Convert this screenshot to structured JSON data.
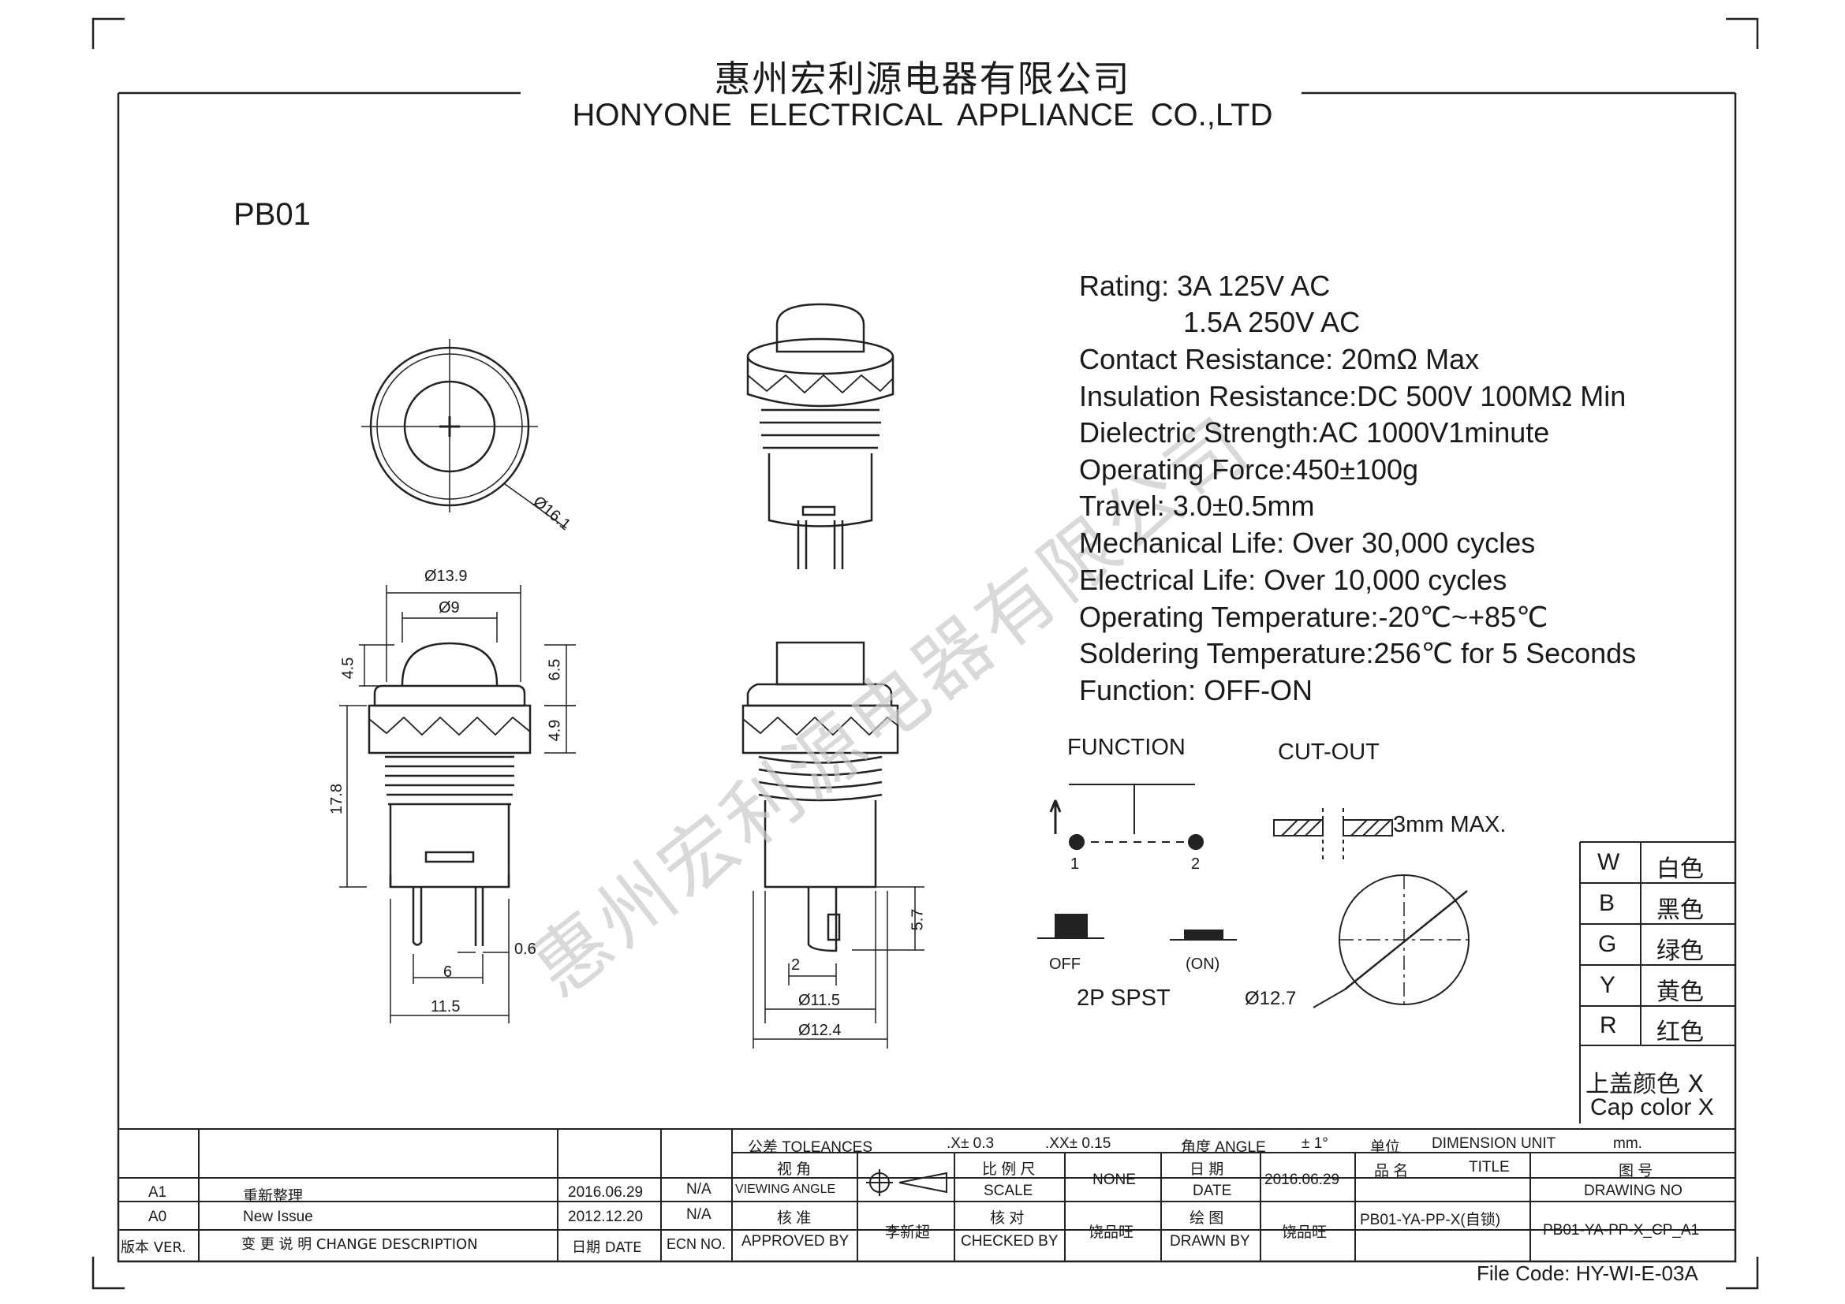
{
  "header": {
    "company_cn": "惠州宏利源电器有限公司",
    "company_en": "HONYONE ELECTRICAL APPLIANCE CO.,LTD"
  },
  "model": "PB01",
  "specs": [
    "Rating: 3A 125V AC",
    "1.5A 250V AC",
    "Contact Resistance: 20mΩ Max",
    "Insulation Resistance:DC 500V 100MΩ  Min",
    "Dielectric Strength:AC 1000V1minute",
    "Operating Force:450±100g",
    "Travel: 3.0±0.5mm",
    "Mechanical Life:  Over 30,000 cycles",
    "Electrical Life: Over 10,000 cycles",
    "Operating Temperature:-20℃~+85℃",
    "Soldering Temperature:256℃ for 5 Seconds",
    "Function: OFF-ON"
  ],
  "watermark": "惠州宏利源电器有限公司",
  "dims": {
    "d161": "Ø16.1",
    "d139": "Ø13.9",
    "d9": "Ø9",
    "h45": "4.5",
    "h65": "6.5",
    "h49": "4.9",
    "h178": "17.8",
    "w06": "0.6",
    "w6": "6",
    "w115": "11.5",
    "h57": "5.7",
    "w2": "2",
    "d115": "Ø11.5",
    "d124": "Ø12.4",
    "d127": "Ø12.7"
  },
  "function": {
    "title": "FUNCTION",
    "pin1": "1",
    "pin2": "2",
    "off": "OFF",
    "on": "(ON)",
    "type": "2P SPST"
  },
  "cutout": {
    "title": "CUT-OUT",
    "max": "3mm MAX."
  },
  "colors": {
    "rows": [
      {
        "code": "W",
        "name": "白色"
      },
      {
        "code": "B",
        "name": "黑色"
      },
      {
        "code": "G",
        "name": "绿色"
      },
      {
        "code": "Y",
        "name": "黄色"
      },
      {
        "code": "R",
        "name": "红色"
      }
    ],
    "cap_cn": "上盖颜色  X",
    "cap_en": "Cap color X"
  },
  "title_block": {
    "tolerances": "公差 TOLEANCES",
    "tol_x": ".X± 0.3",
    "tol_xx": ".XX± 0.15",
    "angle": "角度 ANGLE",
    "angle_val": "± 1°",
    "unit": "单位",
    "unit_en": "DIMENSION UNIT",
    "unit_val": "mm.",
    "view_cn": "视 角",
    "view_en": "VIEWING ANGLE",
    "scale_cn": "比 例 尺",
    "scale_en": "SCALE",
    "scale_val": "NONE",
    "date_cn": "日 期",
    "date_en": "DATE",
    "date_val": "2016.06.29",
    "title_cn": "品 名",
    "title_en": "TITLE",
    "dwg_cn": "图 号",
    "dwg_en": "DRAWING NO",
    "approved_cn": "核 准",
    "approved_en": "APPROVED BY",
    "approved_name": "李新超",
    "checked_cn": "核 对",
    "checked_en": "CHECKED BY",
    "checked_name": "饶品旺",
    "drawn_cn": "绘 图",
    "drawn_en": "DRAWN BY",
    "drawn_name": "饶品旺",
    "title_val": "PB01-YA-PP-X(自锁)",
    "dwg_val": "PB01-YA-PP-X_CP_A1",
    "rev_a1": "A1",
    "rev_a1_desc": "重新整理",
    "rev_a1_date": "2016.06.29",
    "rev_a1_ecn": "N/A",
    "rev_a0": "A0",
    "rev_a0_desc": "New Issue",
    "rev_a0_date": "2012.12.20",
    "rev_a0_ecn": "N/A",
    "h_ver": "版本 VER.",
    "h_desc": "变 更 说 明  CHANGE DESCRIPTION",
    "h_date": "日期 DATE",
    "h_ecn": "ECN NO."
  },
  "file_code": "File Code: HY-WI-E-03A"
}
